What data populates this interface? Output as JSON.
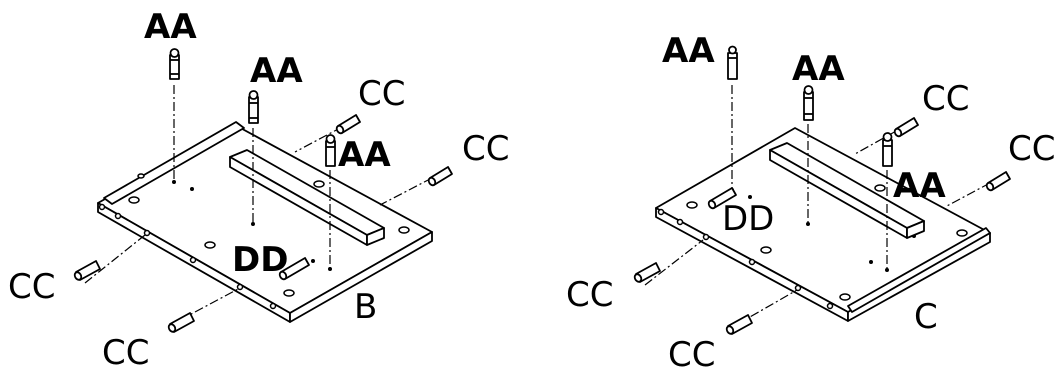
{
  "left_panel": {
    "labels": {
      "aa_top": "AA",
      "aa_mid": "AA",
      "aa_right": "AA",
      "cc_upper": "CC",
      "cc_right": "CC",
      "cc_left": "CC",
      "cc_bottom": "CC",
      "dd": "DD",
      "panel_id": "B"
    }
  },
  "right_panel": {
    "labels": {
      "aa_left": "AA",
      "aa_mid": "AA",
      "aa_right": "AA",
      "cc_upper": "CC",
      "cc_right": "CC",
      "cc_left": "CC",
      "cc_bottom": "CC",
      "dd": "DD",
      "panel_id": "C"
    }
  }
}
